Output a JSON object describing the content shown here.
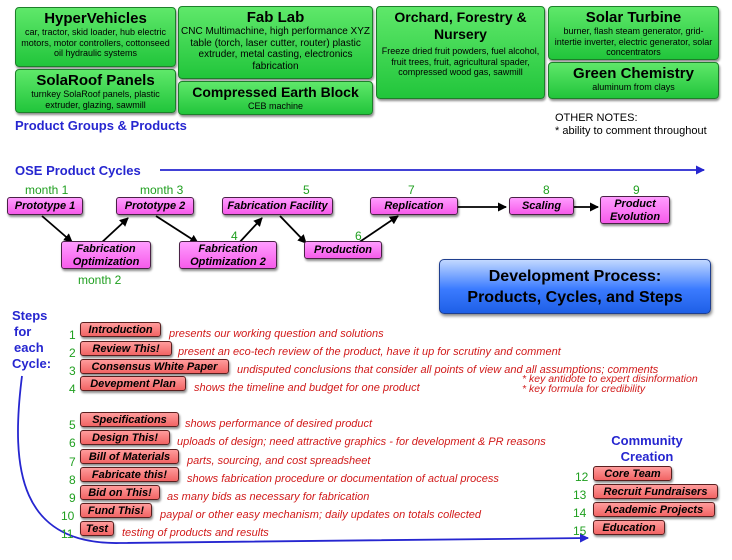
{
  "product_groups": [
    {
      "title": "HyperVehicles",
      "desc": "car, tractor, skid loader, hub electric motors, motor controllers, cottonseed oil hydraulic systems"
    },
    {
      "title": "SolaRoof Panels",
      "desc": "turnkey SolaRoof panels, plastic extruder, glazing, sawmill"
    },
    {
      "title": "Fab Lab",
      "desc": "CNC Multimachine, high performance XYZ table (torch, laser cutter, router) plastic extruder, metal casting, electronics fabrication"
    },
    {
      "title": "Compressed Earth Block",
      "desc": "CEB machine"
    },
    {
      "title": "Orchard, Forestry & Nursery",
      "desc": "Freeze dried fruit powders, fuel alcohol, fruit trees, fruit, agricultural spader, compressed wood gas, sawmill"
    },
    {
      "title": "Solar Turbine",
      "desc": "burner, flash steam generator, grid-intertie inverter, electric generator, solar concentrators"
    },
    {
      "title": "Green Chemistry",
      "desc": "aluminum from clays"
    }
  ],
  "product_groups_label": "Product Groups & Products",
  "other_notes": {
    "title": "OTHER NOTES:",
    "item": "* ability to comment throughout"
  },
  "cycles_label": "OSE Product Cycles",
  "cycle_stages": [
    {
      "label": "Prototype 1",
      "num": "month 1"
    },
    {
      "label": "Fabrication Optimization",
      "num": "month 2"
    },
    {
      "label": "Prototype 2",
      "num": "month 3"
    },
    {
      "label": "Fabrication Optimization 2",
      "num": "4"
    },
    {
      "label": "Fabrication Facility",
      "num": "5"
    },
    {
      "label": "Production",
      "num": "6"
    },
    {
      "label": "Replication",
      "num": "7"
    },
    {
      "label": "Scaling",
      "num": "8"
    },
    {
      "label": "Product Evolution",
      "num": "9"
    }
  ],
  "dev_box": {
    "line1": "Development Process:",
    "line2": "Products, Cycles, and Steps"
  },
  "steps_label": {
    "l1": "Steps",
    "l2": "for",
    "l3": "each",
    "l4": "Cycle:"
  },
  "steps": [
    {
      "num": "1",
      "label": "Introduction",
      "desc": "presents our working question and solutions"
    },
    {
      "num": "2",
      "label": "Review This!",
      "desc": "present an eco-tech review of the product, have it up for scrutiny and comment"
    },
    {
      "num": "3",
      "label": "Consensus White Paper",
      "desc": "undisputed conclusions that consider all points of view and all assumptions; comments"
    },
    {
      "num": "4",
      "label": "Devepment Plan",
      "desc": "shows the timeline and budget for one product"
    },
    {
      "num": "5",
      "label": "Specifications",
      "desc": "shows performance of desired product"
    },
    {
      "num": "6",
      "label": "Design This!",
      "desc": "uploads of design; need attractive graphics - for development & PR reasons"
    },
    {
      "num": "7",
      "label": "Bill of Materials",
      "desc": "parts, sourcing, and cost spreadsheet"
    },
    {
      "num": "8",
      "label": "Fabricate this!",
      "desc": "shows fabrication procedure or documentation of actual process"
    },
    {
      "num": "9",
      "label": "Bid on This!",
      "desc": "as many bids as necessary for fabrication"
    },
    {
      "num": "10",
      "label": "Fund This!",
      "desc": "paypal or other easy mechanism; daily updates on totals collected"
    },
    {
      "num": "11",
      "label": "Test",
      "desc": "testing of products and results"
    }
  ],
  "consensus_notes": [
    "* key antidote to expert disinformation",
    "* key formula for credibility"
  ],
  "community": {
    "title1": "Community",
    "title2": "Creation",
    "items": [
      {
        "num": "12",
        "label": "Core Team"
      },
      {
        "num": "13",
        "label": "Recruit Fundraisers"
      },
      {
        "num": "14",
        "label": "Academic Projects"
      },
      {
        "num": "15",
        "label": "Education"
      }
    ]
  },
  "colors": {
    "green": "#21c53b",
    "pink": "#f65bea",
    "red": "#f26464",
    "blue": "#2626d0",
    "stage_num": "#1f9f1f",
    "desc": "#d11a1a",
    "dev_box": "#3b7bff"
  }
}
